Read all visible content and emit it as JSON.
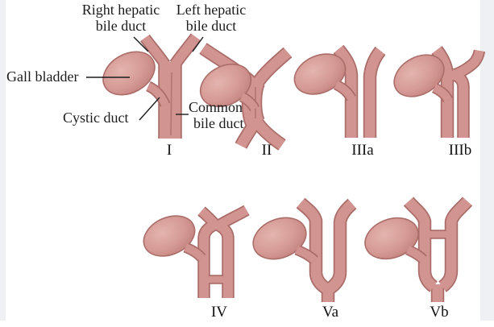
{
  "figure": {
    "labels": {
      "right_hepatic_line1": "Right hepatic",
      "right_hepatic_line2": "bile duct",
      "left_hepatic_line1": "Left hepatic",
      "left_hepatic_line2": "bile duct",
      "gall_bladder": "Gall bladder",
      "cystic_duct": "Cystic duct",
      "common_bile_line1": "Common",
      "common_bile_line2": "bile duct"
    },
    "variants": [
      {
        "label": "I"
      },
      {
        "label": "II"
      },
      {
        "label": "IIIa"
      },
      {
        "label": "IIIb"
      },
      {
        "label": "IV"
      },
      {
        "label": "Va"
      },
      {
        "label": "Vb"
      }
    ],
    "colors": {
      "duct_fill": "#d29491",
      "duct_outline": "#ab6d69",
      "duct_groove": "#a5645f",
      "gallbladder_light": "#e4b4ae",
      "gallbladder_mid": "#d59a95",
      "gallbladder_dark": "#bf7d79",
      "background": "#ffffff",
      "page_margin": "#eff0f3",
      "text": "#1c1c1c",
      "leader_line": "#1c1c1c"
    }
  }
}
